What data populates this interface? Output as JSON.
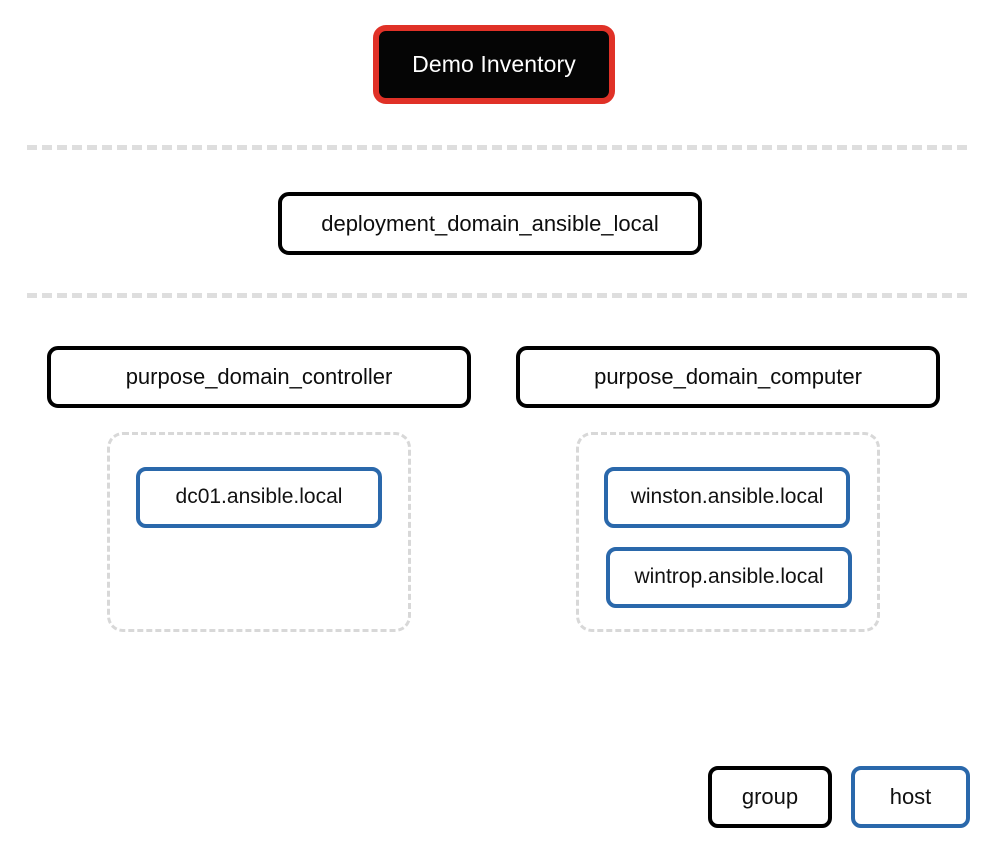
{
  "diagram": {
    "type": "inventory-tree",
    "background_color": "#ffffff",
    "colors": {
      "root_fill": "#050505",
      "root_border": "#e03127",
      "root_text": "#ffffff",
      "group_border": "#000000",
      "host_border": "#2a68ab",
      "cluster_border": "#d8d8d8",
      "separator": "#dedede",
      "text": "#0d0d0d"
    },
    "root": {
      "label": "Demo Inventory",
      "kind": "inventory"
    },
    "levels": [
      {
        "index": 0,
        "nodes": [
          {
            "label": "deployment_domain_ansible_local",
            "kind": "group"
          }
        ]
      },
      {
        "index": 1,
        "nodes": [
          {
            "label": "purpose_domain_controller",
            "kind": "group"
          },
          {
            "label": "purpose_domain_computer",
            "kind": "group"
          }
        ]
      }
    ],
    "clusters": [
      {
        "parent": "purpose_domain_controller",
        "hosts": [
          {
            "label": "dc01.ansible.local",
            "kind": "host"
          }
        ]
      },
      {
        "parent": "purpose_domain_computer",
        "hosts": [
          {
            "label": "winston.ansible.local",
            "kind": "host"
          },
          {
            "label": "wintrop.ansible.local",
            "kind": "host"
          }
        ]
      }
    ],
    "legend": {
      "items": [
        {
          "label": "group",
          "kind": "group"
        },
        {
          "label": "host",
          "kind": "host"
        }
      ]
    }
  }
}
